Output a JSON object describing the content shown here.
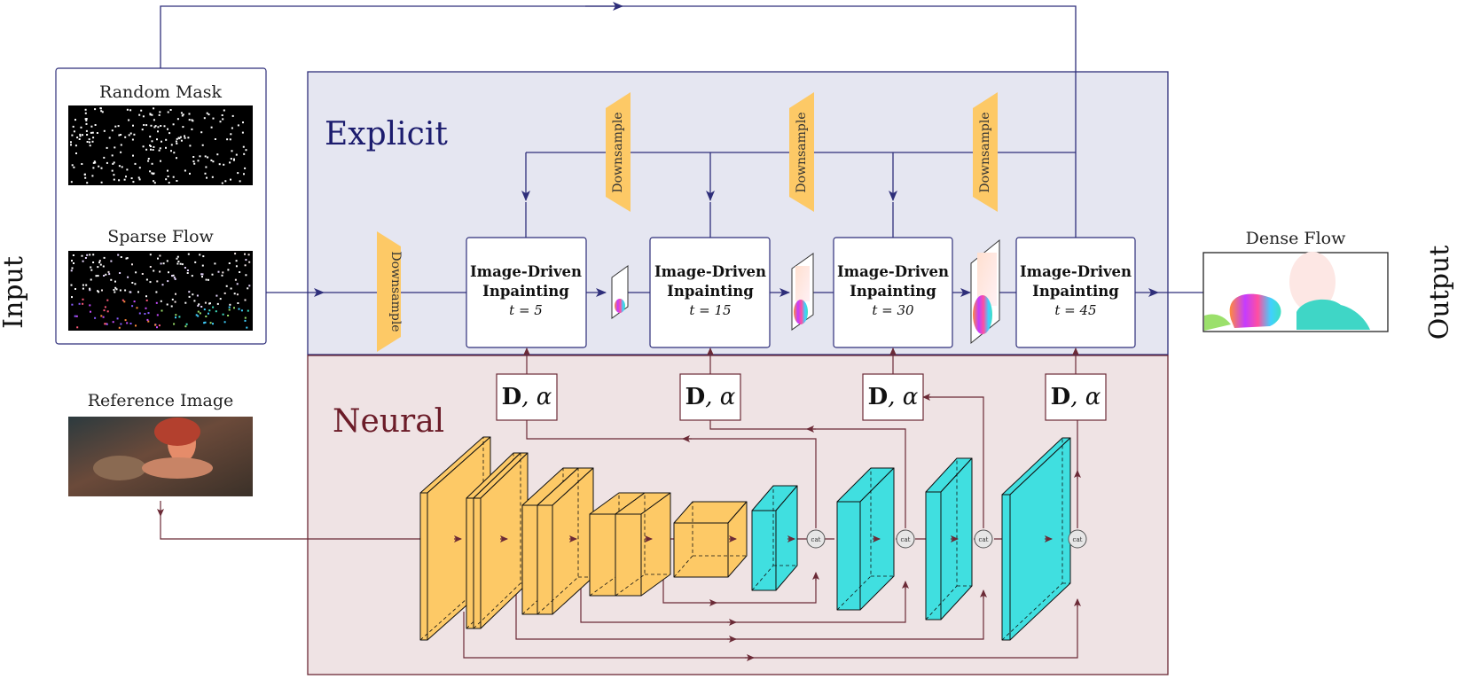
{
  "side_labels": {
    "input": "Input",
    "output": "Output"
  },
  "inputs": {
    "random_mask": "Random Mask",
    "sparse_flow": "Sparse Flow",
    "reference_image": "Reference Image"
  },
  "output": {
    "dense_flow": "Dense Flow"
  },
  "sections": {
    "explicit": "Explicit",
    "neural": "Neural"
  },
  "downsample_label": "Downsample",
  "inpainting_blocks": [
    {
      "line1": "Image-Driven",
      "line2": "Inpainting",
      "t": "t = 5"
    },
    {
      "line1": "Image-Driven",
      "line2": "Inpainting",
      "t": "t = 15"
    },
    {
      "line1": "Image-Driven",
      "line2": "Inpainting",
      "t": "t = 30"
    },
    {
      "line1": "Image-Driven",
      "line2": "Inpainting",
      "t": "t = 45"
    }
  ],
  "params_label": {
    "bold": "D",
    "rest": ", α"
  },
  "cat_label": "cat",
  "colors": {
    "explicit_bg": "#e5e6f1",
    "explicit_border": "#2e2e7a",
    "neural_bg": "#efe3e4",
    "neural_border": "#6b2a36",
    "explicit_text": "#1c1c6e",
    "neural_text": "#6b1c28",
    "encoder": "#fdc966",
    "decoder": "#40dfe0",
    "downsample": "#fdc966",
    "cat_node": "#e6e6e6"
  }
}
